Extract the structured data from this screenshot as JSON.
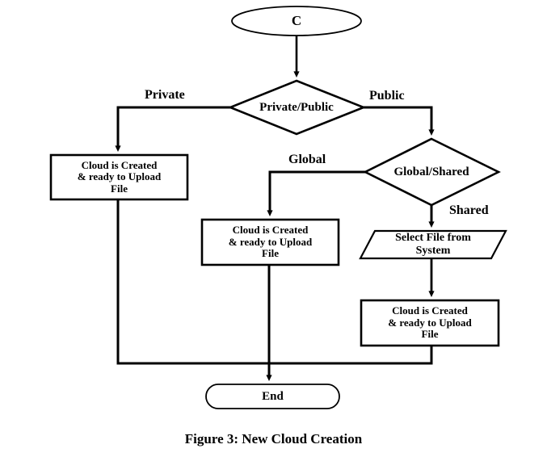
{
  "figure": {
    "caption": "Figure 3: New Cloud Creation",
    "background_color": "#ffffff",
    "stroke_color": "#000000"
  },
  "nodes": {
    "start": {
      "label": "C",
      "shape": "ellipse"
    },
    "decision_privacy": {
      "label": "Private/Public",
      "shape": "diamond"
    },
    "process_private_cloud": {
      "label": "Cloud is Created\n& ready to Upload\nFile",
      "shape": "rectangle"
    },
    "decision_scope": {
      "label": "Global/Shared",
      "shape": "diamond"
    },
    "process_global_cloud": {
      "label": "Cloud is Created\n& ready to Upload\nFile",
      "shape": "rectangle"
    },
    "input_select_file": {
      "label": "Select File from\nSystem",
      "shape": "parallelogram"
    },
    "process_shared_cloud": {
      "label": "Cloud is Created\n& ready to Upload\nFile",
      "shape": "rectangle"
    },
    "end": {
      "label": "End",
      "shape": "stadium"
    }
  },
  "edge_labels": {
    "private": "Private",
    "public": "Public",
    "global": "Global",
    "shared": "Shared"
  },
  "chart_data": {
    "type": "diagram",
    "title": "Figure 3: New Cloud Creation",
    "nodes": [
      {
        "id": "start",
        "text": "C",
        "shape": "ellipse"
      },
      {
        "id": "decision_privacy",
        "text": "Private/Public",
        "shape": "diamond"
      },
      {
        "id": "process_private_cloud",
        "text": "Cloud is Created & ready to Upload File",
        "shape": "rectangle"
      },
      {
        "id": "decision_scope",
        "text": "Global/Shared",
        "shape": "diamond"
      },
      {
        "id": "process_global_cloud",
        "text": "Cloud is Created & ready to Upload File",
        "shape": "rectangle"
      },
      {
        "id": "input_select_file",
        "text": "Select File from System",
        "shape": "parallelogram"
      },
      {
        "id": "process_shared_cloud",
        "text": "Cloud is Created & ready to Upload File",
        "shape": "rectangle"
      },
      {
        "id": "end",
        "text": "End",
        "shape": "stadium"
      }
    ],
    "edges": [
      {
        "from": "start",
        "to": "decision_privacy",
        "label": ""
      },
      {
        "from": "decision_privacy",
        "to": "process_private_cloud",
        "label": "Private"
      },
      {
        "from": "decision_privacy",
        "to": "decision_scope",
        "label": "Public"
      },
      {
        "from": "decision_scope",
        "to": "process_global_cloud",
        "label": "Global"
      },
      {
        "from": "decision_scope",
        "to": "input_select_file",
        "label": "Shared"
      },
      {
        "from": "input_select_file",
        "to": "process_shared_cloud",
        "label": ""
      },
      {
        "from": "process_private_cloud",
        "to": "end",
        "label": ""
      },
      {
        "from": "process_global_cloud",
        "to": "end",
        "label": ""
      },
      {
        "from": "process_shared_cloud",
        "to": "end",
        "label": ""
      }
    ]
  }
}
